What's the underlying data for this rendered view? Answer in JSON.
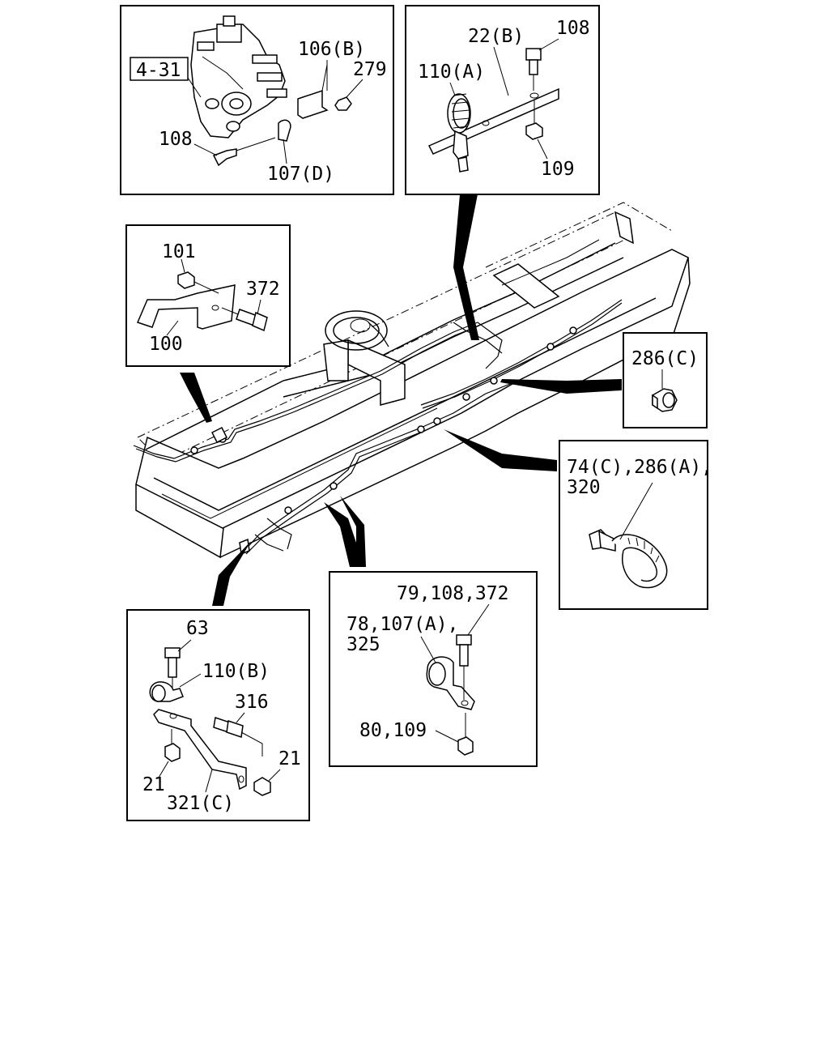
{
  "labels": {
    "ref_4_31": "4-31",
    "p106b": "106(B)",
    "p279": "279",
    "p108_a": "108",
    "p107d": "107(D)",
    "p22b": "22(B)",
    "p108_b": "108",
    "p110a": "110(A)",
    "p109_b": "109",
    "p101": "101",
    "p372": "372",
    "p100": "100",
    "p286c": "286(C)",
    "p74c_line1": "74(C),286(A),",
    "p74c_line2": "320",
    "p63": "63",
    "p110b": "110(B)",
    "p316": "316",
    "p21_right": "21",
    "p21_left": "21",
    "p321c": "321(C)",
    "p79_line": "79,108,372",
    "p78_line1": "78,107(A),",
    "p78_line2": "325",
    "p80_line": "80,109"
  }
}
